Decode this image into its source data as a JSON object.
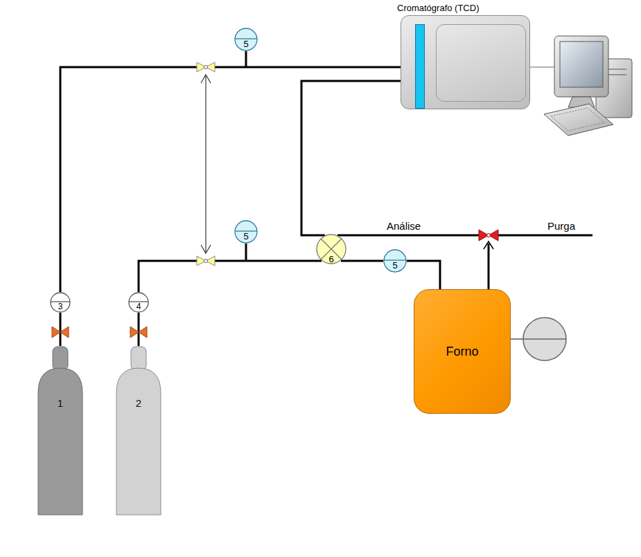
{
  "diagram": {
    "nodes": [
      {
        "text": [
          "Cromatógrafo (TCD)"
        ]
      },
      {
        "text": [
          "5"
        ]
      },
      {
        "text": [
          "5"
        ]
      },
      {
        "text": [
          "6"
        ]
      },
      {
        "text": [
          "5"
        ]
      },
      {
        "text": [
          "Forno"
        ]
      },
      {
        "text": [
          "3"
        ]
      },
      {
        "text": [
          "4"
        ]
      },
      {
        "text": [
          "1"
        ]
      },
      {
        "text": [
          "2"
        ]
      }
    ],
    "edges": [
      {
        "from": 8,
        "to": 6,
        "arrow": "none"
      },
      {
        "from": 9,
        "to": 7,
        "arrow": "none"
      },
      {
        "from": 6,
        "to": 0,
        "arrow": "none"
      },
      {
        "from": 7,
        "to": 3,
        "arrow": "none"
      },
      {
        "from": 3,
        "to": 0,
        "arrow": "none"
      },
      {
        "from": 3,
        "to": 4,
        "arrow": "none"
      },
      {
        "from": 4,
        "to": 5,
        "arrow": "none"
      }
    ],
    "labels": [
      "Análise",
      "Purga"
    ]
  }
}
